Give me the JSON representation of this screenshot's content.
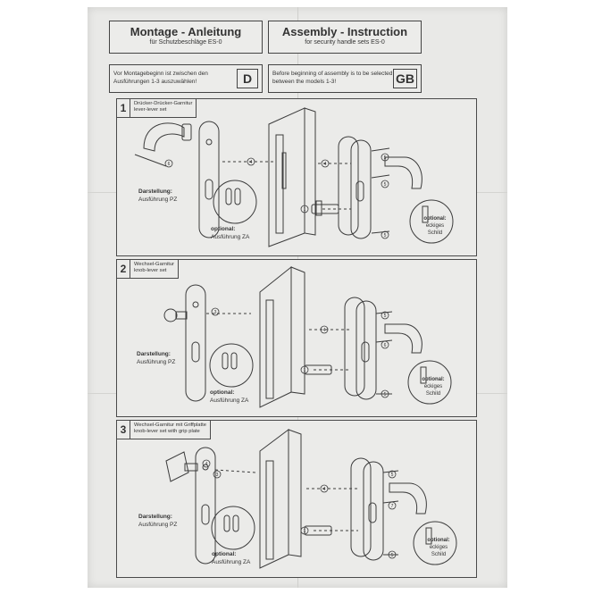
{
  "header": {
    "de": {
      "title": "Montage - Anleitung",
      "subtitle": "für Schutzbeschläge ES-0",
      "note": "Vor Montagebeginn ist zwischen den Ausführungen 1-3 auszuwählen!",
      "lang": "D"
    },
    "gb": {
      "title": "Assembly - Instruction",
      "subtitle": "for security handle sets ES-0",
      "note": "Before beginning of assembly is to be selected between the models 1-3!",
      "lang": "GB"
    }
  },
  "panels": [
    {
      "number": "1",
      "label_de": "Drücker-Drücker-Garnitur",
      "label_en": "lever-lever set",
      "darstellung": "Darstellung:",
      "darstellung_value": "Ausführung PZ",
      "optional": "optional:",
      "optional_value": "Ausführung ZA",
      "optional_right": "optional:",
      "optional_right_value": "eckiges Schild"
    },
    {
      "number": "2",
      "label_de": "Wechsel-Garnitur",
      "label_en": "knob-lever set",
      "darstellung": "Darstellung:",
      "darstellung_value": "Ausführung PZ",
      "optional": "optional:",
      "optional_value": "Ausführung ZA",
      "optional_right": "optional:",
      "optional_right_value": "eckiges Schild"
    },
    {
      "number": "3",
      "label_de": "Wechsel-Garnitur mit Griffplatte",
      "label_en": "knob-lever set with grip plate",
      "darstellung": "Darstellung:",
      "darstellung_value": "Ausführung PZ",
      "optional": "optional:",
      "optional_value": "Ausführung ZA",
      "optional_right": "optional:",
      "optional_right_value": "eckiges Schild"
    }
  ],
  "callouts": [
    "1",
    "2",
    "3",
    "4",
    "5",
    "6",
    "7"
  ]
}
